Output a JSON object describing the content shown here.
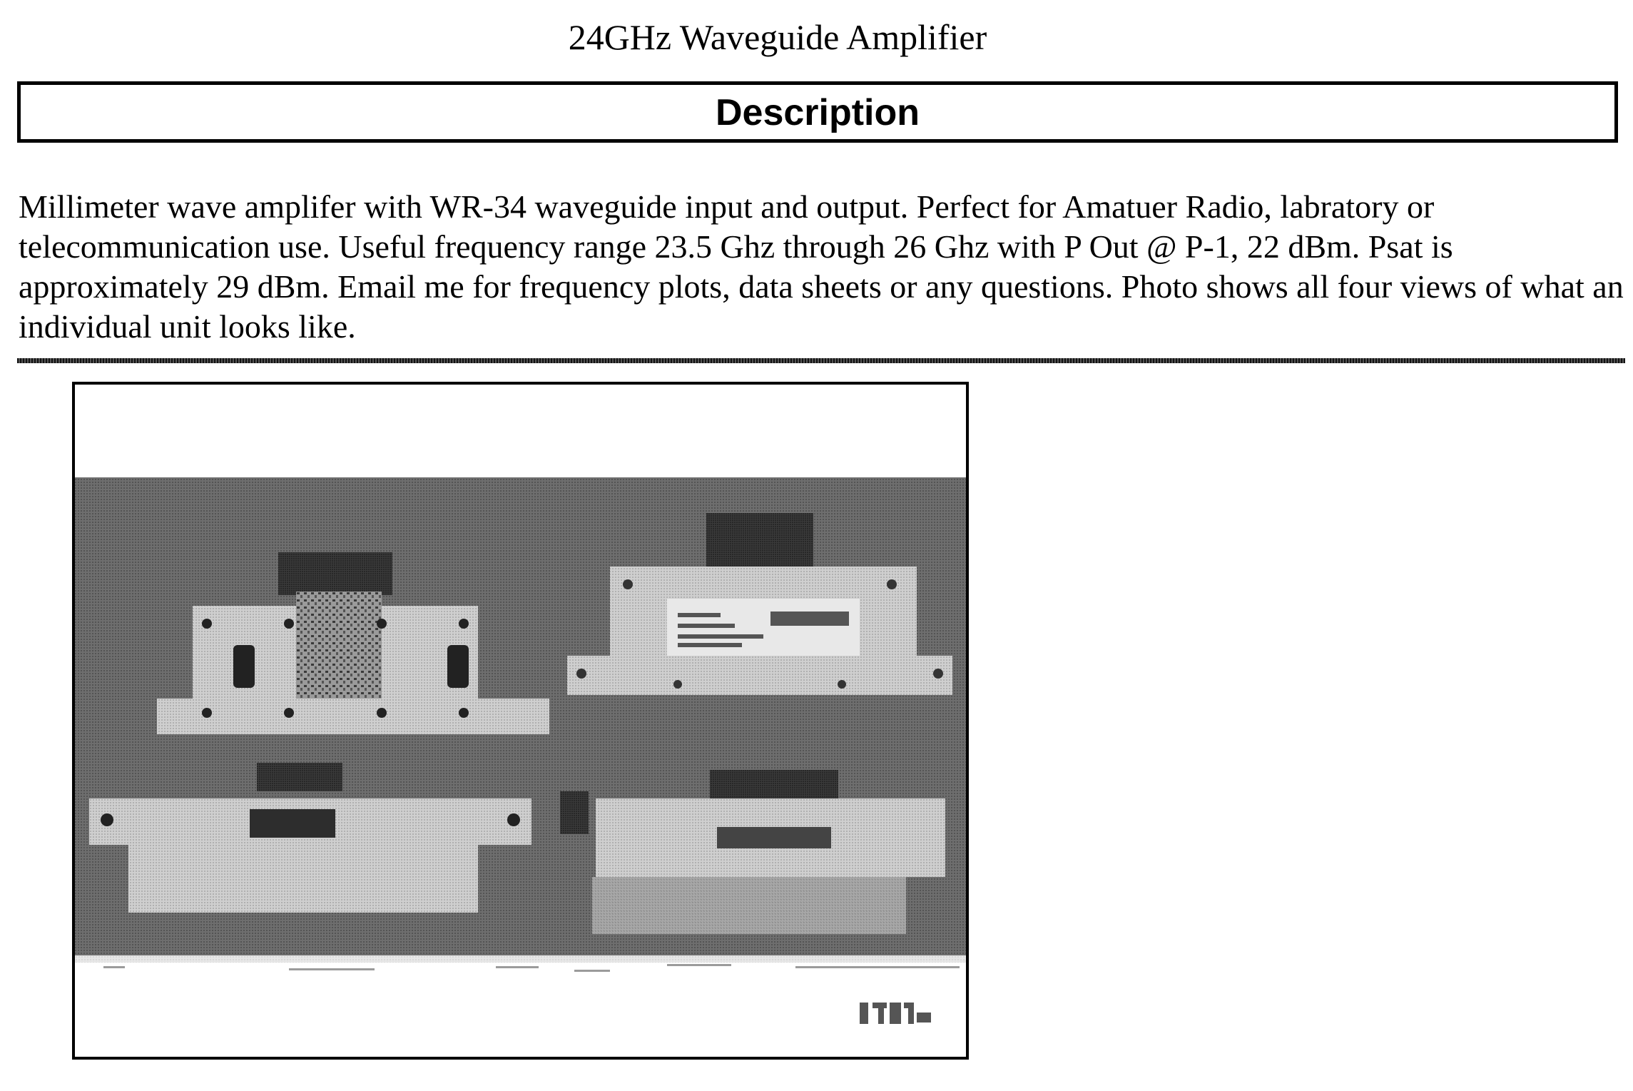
{
  "page": {
    "title": "24GHz Waveguide Amplifier"
  },
  "section": {
    "heading": "Description"
  },
  "description": {
    "text": "Millimeter wave amplifer with WR-34 waveguide input and output. Perfect for Amatuer Radio, labratory or telecommunication use. Useful frequency range 23.5 Ghz through 26 Ghz with P Out @ P-1, 22 dBm. Psat is approximately 29 dBm. Email me for frequency plots, data sheets or any questions. Photo shows all four views of what an individual unit looks like."
  },
  "photo": {
    "subject": "four views of waveguide amplifier unit"
  }
}
